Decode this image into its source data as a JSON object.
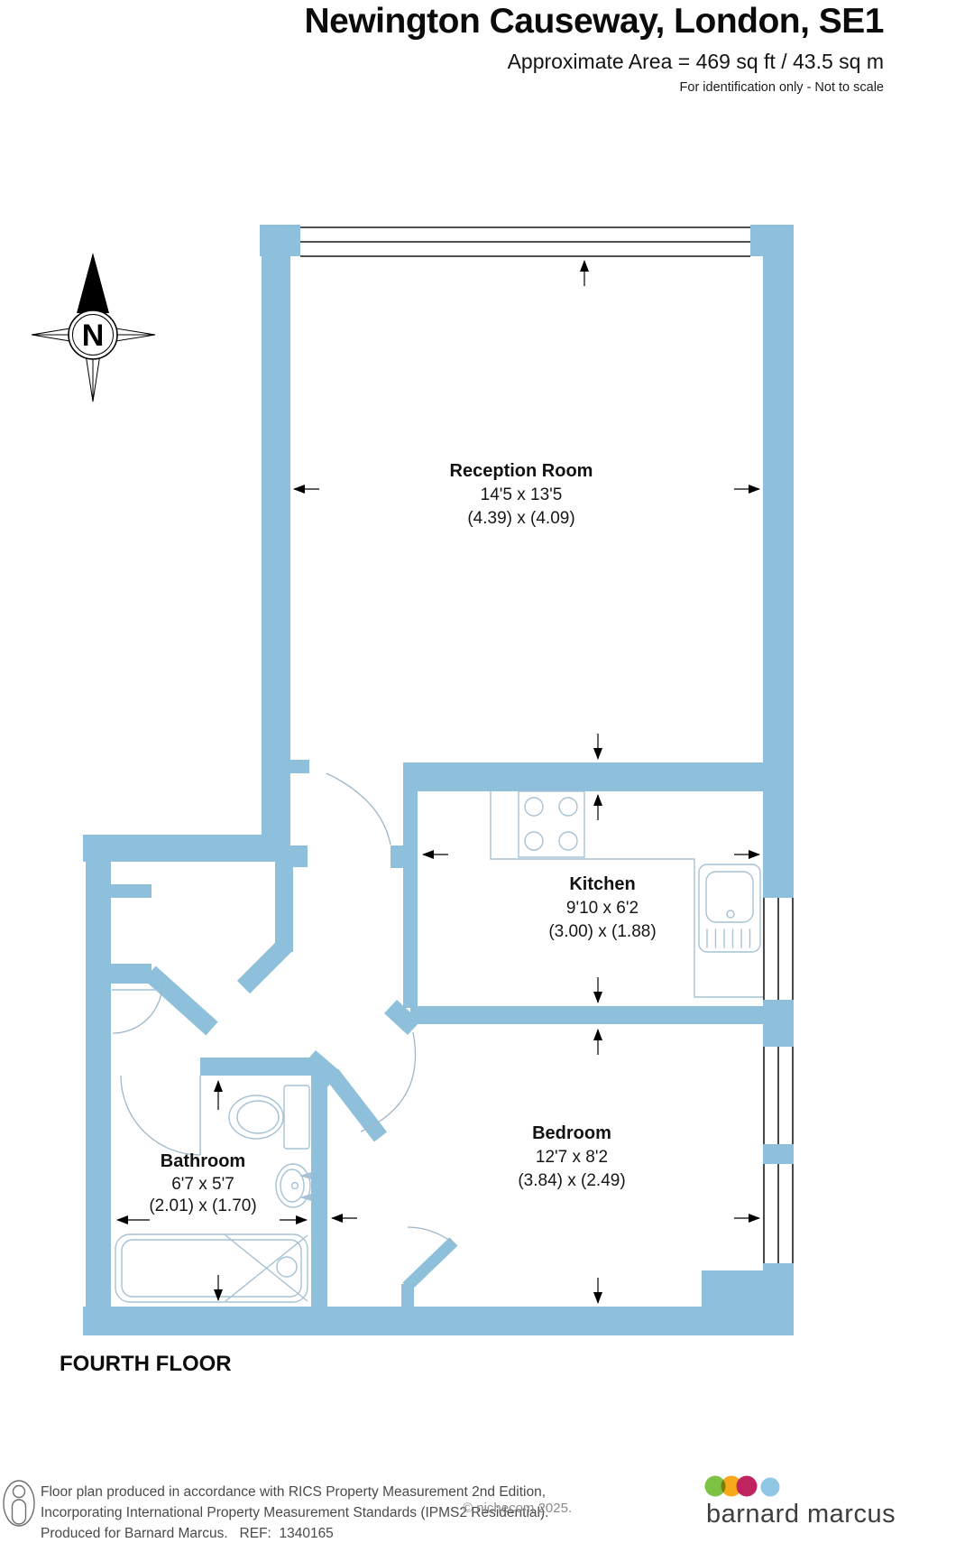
{
  "header": {
    "title": "Newington Causeway, London, SE1",
    "area_line": "Approximate Area = 469 sq ft / 43.5 sq m",
    "disclaimer": "For identification only - Not to scale"
  },
  "plan": {
    "floor_label": "FOURTH FLOOR",
    "compass_label": "N",
    "rooms": {
      "reception": {
        "name": "Reception Room",
        "imperial": "14'5 x 13'5",
        "metric": "(4.39) x (4.09)"
      },
      "kitchen": {
        "name": "Kitchen",
        "imperial": "9'10 x 6'2",
        "metric": "(3.00) x (1.88)"
      },
      "bedroom": {
        "name": "Bedroom",
        "imperial": "12'7 x 8'2",
        "metric": "(3.84) x (2.49)"
      },
      "bathroom": {
        "name": "Bathroom",
        "imperial": "6'7 x 5'7",
        "metric": "(2.01) x (1.70)"
      }
    },
    "icons": {
      "compass": "compass-rose-north",
      "fixtures": [
        "stove-hob-icon",
        "sink-drainer-icon",
        "toilet-icon",
        "wash-basin-icon",
        "bathtub-shower-icon"
      ]
    }
  },
  "footer": {
    "line1": "Floor plan produced in accordance with RICS Property Measurement 2nd Edition,",
    "line2": "Incorporating International Property Measurement Standards (IPMS2 Residential).",
    "line3": "Produced for Barnard Marcus.   REF:  1340165",
    "copyright": "© nichecom 2025.",
    "brand": "barnard marcus",
    "person_icon": "person-in-circle-icon"
  },
  "colors": {
    "wall": "#8FC0DB",
    "fixture_outline": "#A6C2D4",
    "brand_green": "#7DC242",
    "brand_orange": "#F7A81B",
    "brand_crimson": "#C02460",
    "brand_blue": "#8FC7E5"
  }
}
